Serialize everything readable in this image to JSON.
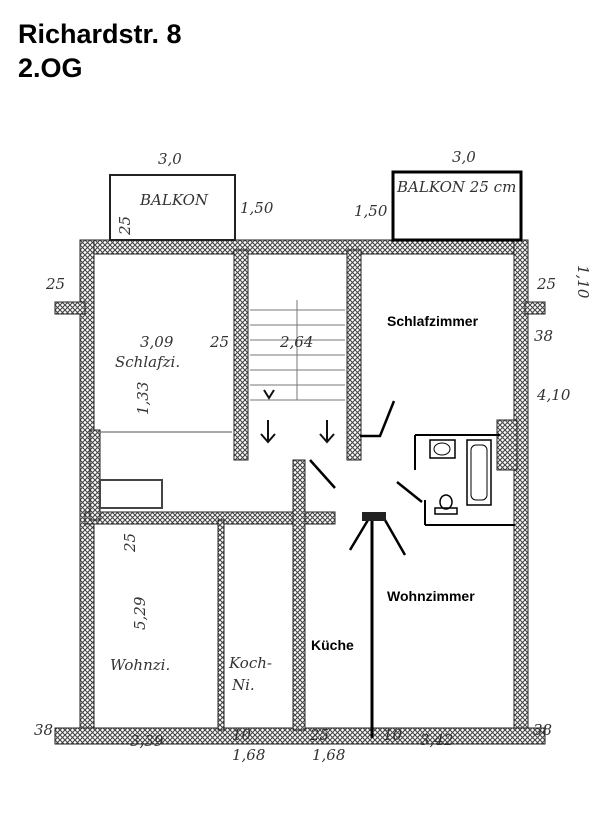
{
  "header": {
    "address": "Richardstr. 8",
    "floor": "2.OG"
  },
  "rooms": {
    "schlafzimmer": "Schlafzimmer",
    "wohnzimmer": "Wohnzimmer",
    "kueche": "Küche"
  },
  "handwritten": {
    "balkon_left": "BALKON",
    "balkon_right": "BALKON 25 cm",
    "width_left_balkon": "3,0",
    "width_right_balkon": "3,0",
    "depth_left": "1,50",
    "depth_right": "1,50",
    "balkon_wall": "25",
    "wall_left_top": "25",
    "wall_right_top": "25",
    "room_schlafzi_width": "3,09",
    "wall_mid": "25",
    "stair_width": "2,64",
    "room_schlafzi_label": "Schlafzi.",
    "room_schlafzi_depth": "1,33",
    "right_edge_dim": "1,10",
    "right_wall": "38",
    "right_depth": "4,10",
    "wall_lower": "25",
    "wohnzi_depth": "5,29",
    "wohnzi_label": "Wohnzi.",
    "koch_label_1": "Koch-",
    "koch_label_2": "Ni.",
    "left_bottom_wall": "38",
    "wohnzi_width": "3,39",
    "wall_10a": "10",
    "koch_width": "1,68",
    "wall_25b": "25",
    "kueche_width": "1,68",
    "wall_10b": "10",
    "wohnzimmer_width": "3,42",
    "right_bottom_wall": "38"
  }
}
